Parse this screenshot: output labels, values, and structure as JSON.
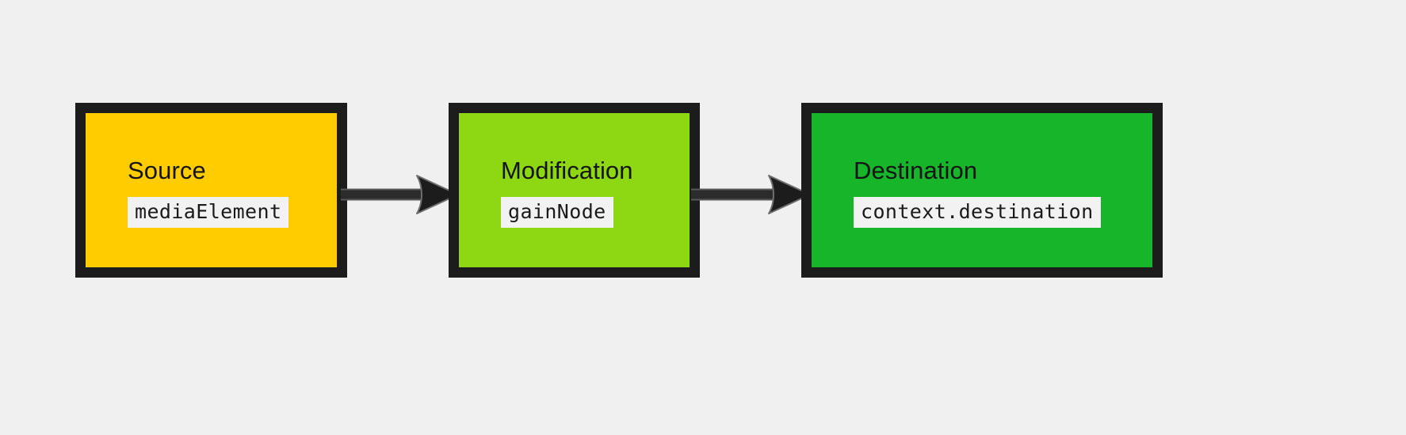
{
  "diagram": {
    "type": "flowchart",
    "direction": "left-to-right",
    "background_color": "#f0f0f0",
    "border_color": "#1c1c1c",
    "nodes": [
      {
        "id": "source",
        "title": "Source",
        "code": "mediaElement",
        "fill_color": "#ffcc00",
        "code_background": "#f2f2f2"
      },
      {
        "id": "modification",
        "title": "Modification",
        "code": "gainNode",
        "fill_color": "#8ed713",
        "code_background": "#f2f2f2"
      },
      {
        "id": "destination",
        "title": "Destination",
        "code": "context.destination",
        "fill_color": "#17b52a",
        "code_background": "#f2f2f2"
      }
    ],
    "edges": [
      {
        "id": "source-to-modification",
        "from": "source",
        "to": "modification",
        "style": "solid-arrow",
        "color": "#2b2b2b"
      },
      {
        "id": "modification-to-destination",
        "from": "modification",
        "to": "destination",
        "style": "solid-arrow",
        "color": "#2b2b2b"
      }
    ]
  }
}
